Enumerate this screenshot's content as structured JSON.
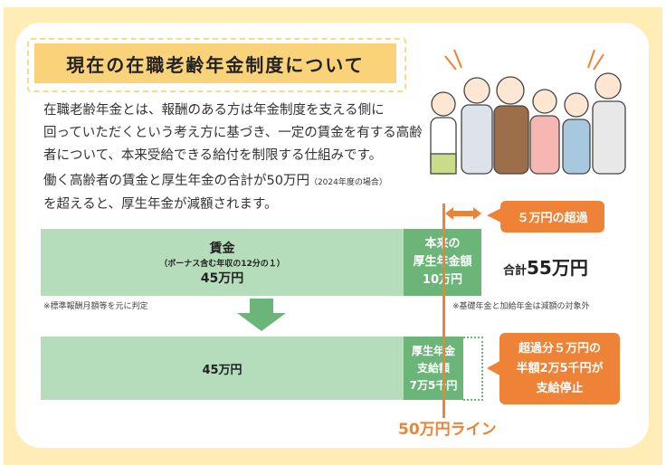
{
  "title": "現在の在職老齢年金制度について",
  "description": [
    "在職老齢年金とは、報酬のある方は年金制度を支える側に",
    "回っていただくという考え方に基づき、一定の賃金を有する高齢",
    "者について、本来受給できる給付を制限する仕組みです。"
  ],
  "description2": {
    "line1": "働く高齢者の賃金と厚生年金の合計が50万円",
    "line1_note": "（2024年度の場合）",
    "line2": "を超えると、厚生年金が減額されます。"
  },
  "before": {
    "wage_label": "賃金",
    "wage_sub": "（ボーナス含む年収の12分の１）",
    "wage_amount": "45万円",
    "pension_lines": [
      "本来の",
      "厚生年金額",
      "10万円"
    ],
    "total_label": "合計",
    "total_value": "55万円",
    "excess_callout": "５万円の超過"
  },
  "notes": {
    "left": "※標準報酬月額等を元に判定",
    "right": "※基礎年金と加給年金は減額の対象外"
  },
  "after": {
    "wage_amount": "45万円",
    "pension_lines": [
      "厚生年金",
      "支給額",
      "7万5千円"
    ],
    "callout_lines": [
      "超過分５万円の",
      "半額2万5千円が",
      "支給停止"
    ]
  },
  "line_label": "50万円ライン",
  "colors": {
    "light_green": "#B6DDBB",
    "dark_green": "#6BB578",
    "orange": "#EE8236",
    "title_bg": "#F9D27A",
    "outer_bg": "#FFEDB5"
  }
}
